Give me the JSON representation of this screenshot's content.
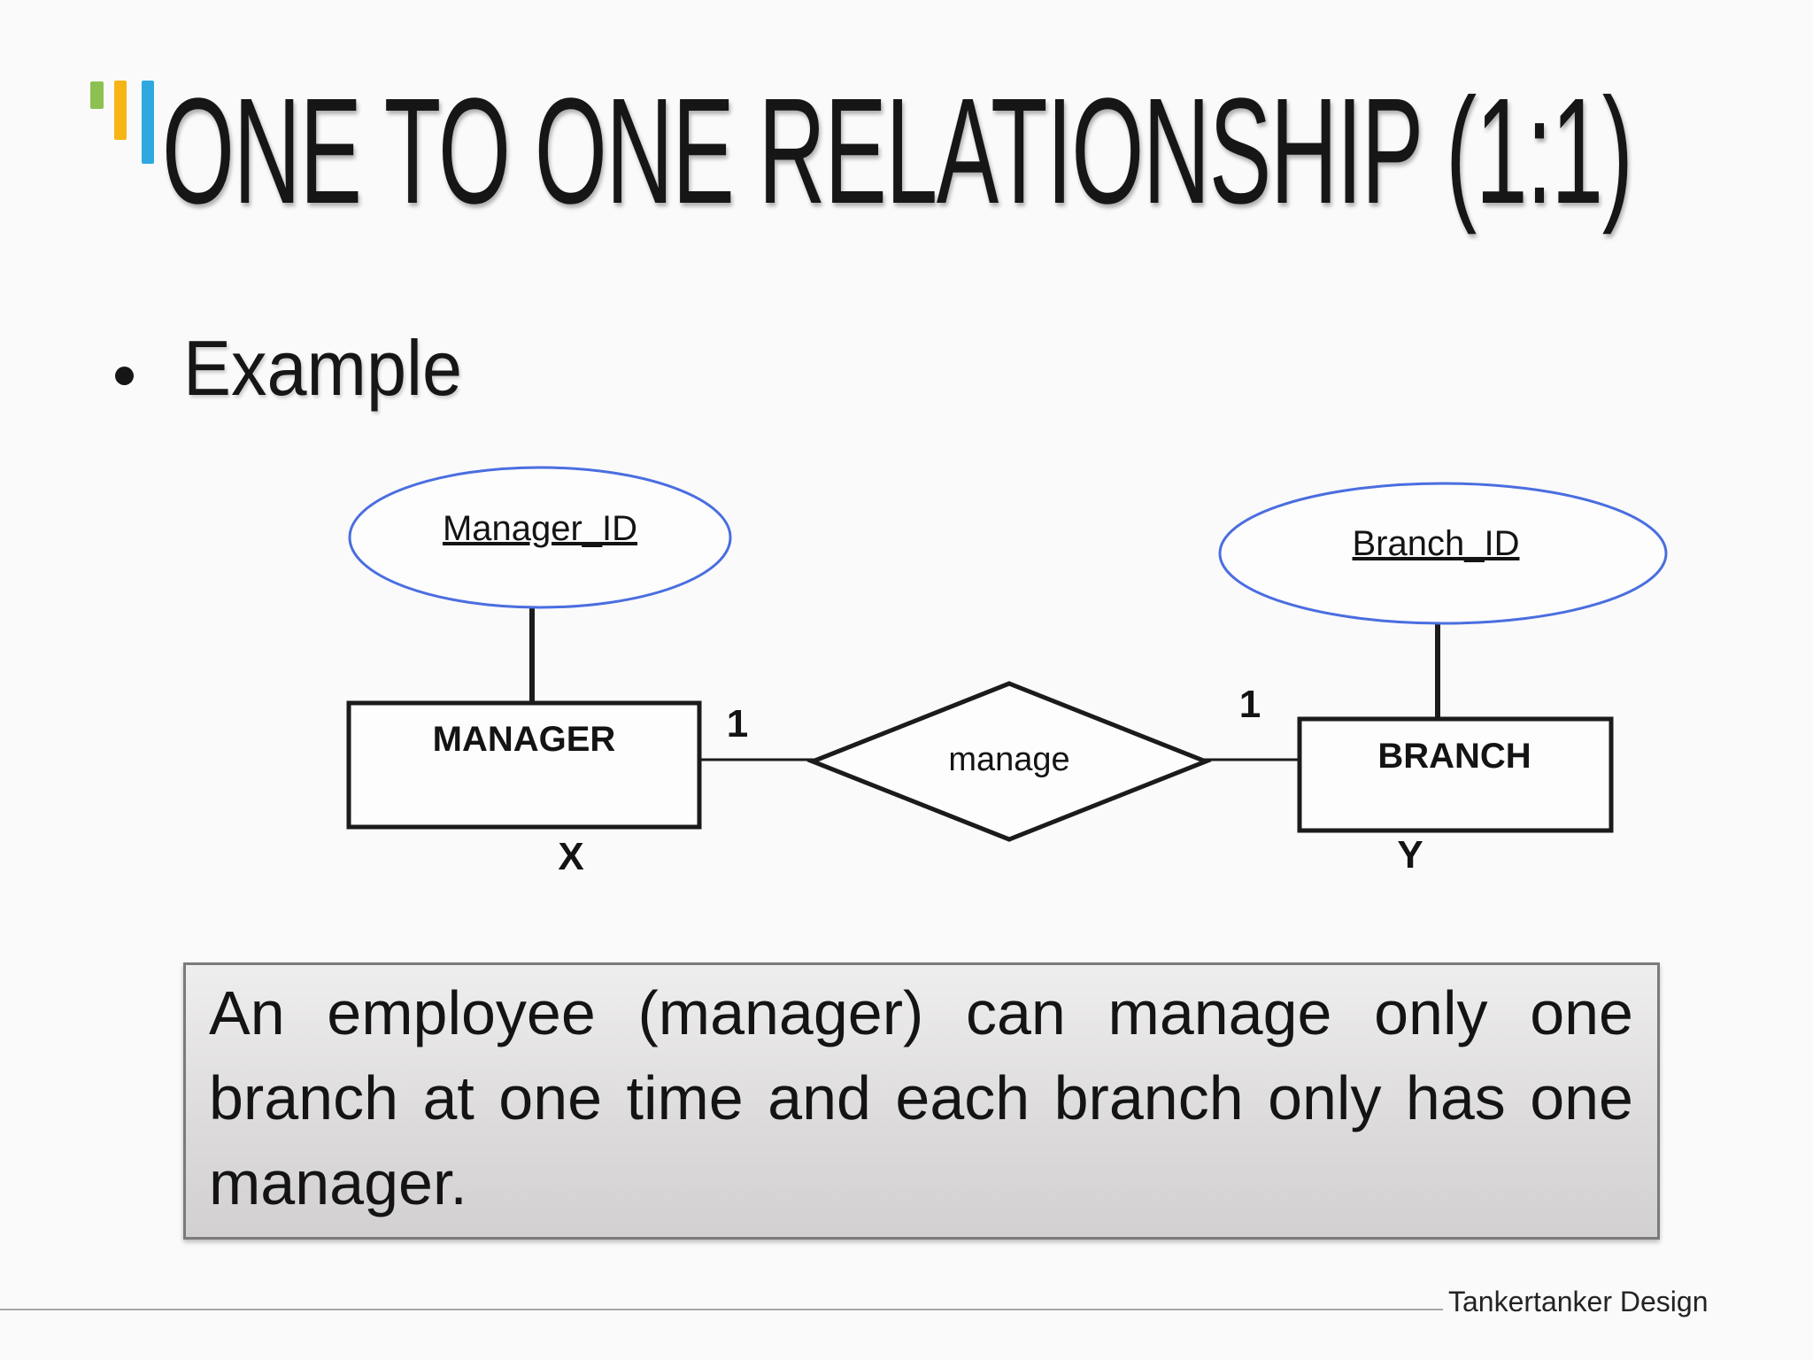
{
  "slide": {
    "title": "ONE TO ONE RELATIONSHIP (1:1)",
    "bullet": "Example",
    "footer": "Tankertanker Design"
  },
  "logo": {
    "bar_colors": {
      "green": "#8CC152",
      "yellow": "#F7B515",
      "blue": "#2FA8E0"
    }
  },
  "diagram": {
    "attributes": {
      "manager": "Manager_ID",
      "branch": "Branch_ID"
    },
    "entities": {
      "manager": "MANAGER",
      "branch": "BRANCH"
    },
    "entity_notes": {
      "manager": "X",
      "branch": "Y"
    },
    "relationship": "manage",
    "cardinalities": {
      "manager": "1",
      "branch": "1"
    },
    "colors": {
      "attribute_ellipse": "#4a6ee0",
      "line": "#1b1b1b"
    }
  },
  "explanation": {
    "lines": [
      "An employee (manager) can manage only one",
      "branch at one time and each branch only has one",
      "manager."
    ]
  }
}
